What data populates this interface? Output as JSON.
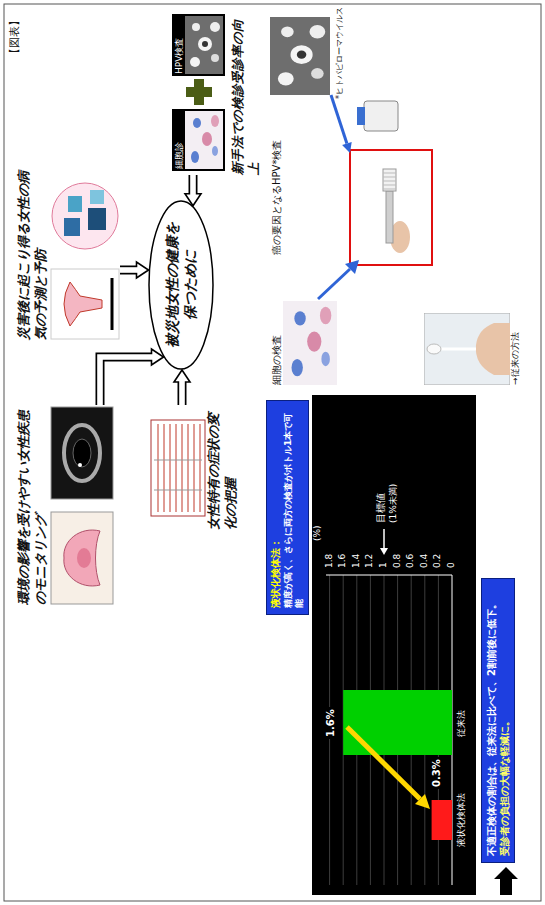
{
  "diagram": {
    "title": "【図表】",
    "nodes": [
      {
        "text": [
          "環境の影響を受けやすい女性疾患のモニタリング"
        ]
      },
      {
        "text": [
          "災害後に起こり得る女性の病気の予測と予防"
        ]
      },
      {
        "text": [
          "女性特有の症状の変化の把握"
        ]
      },
      {
        "text": [
          "被災地女性の健康を保つために"
        ]
      },
      {
        "text": [
          "新手法での検診受診率の向上"
        ]
      },
      {
        "text": [
          "細胞診"
        ],
        "in": 4
      },
      {
        "text": [
          "HPV検査"
        ],
        "in": 4
      },
      {
        "text": [
          "液状化検体法：",
          "精度が高く、さらに両方の検査がボトル1本で可能"
        ]
      },
      {
        "text": [
          "細胞の検査"
        ]
      },
      {
        "text": [
          "癌の要因となるHPV*検査"
        ]
      },
      {
        "text": [
          "→従来の方法"
        ]
      },
      {
        "text": [
          "不適正検体の割合は、従来法に比べて、2割前後に低下。",
          "受診者の負担の大幅な軽減に。"
        ]
      }
    ],
    "edges": [
      {
        "from": 0,
        "to": 3,
        "arrow": "to"
      },
      {
        "from": 1,
        "to": 3,
        "arrow": "to"
      },
      {
        "from": 2,
        "to": 3,
        "arrow": "to"
      },
      {
        "from": 4,
        "to": 3,
        "arrow": "to"
      }
    ],
    "labels": [
      "(%)",
      "1.8",
      "1.6",
      "1.4",
      "1.2",
      "1",
      "0.8",
      "0.6",
      "0.4",
      "0.2",
      "0",
      "1.6%",
      "0.3%",
      "従来法",
      "液状化検体法",
      "目標値",
      "(1%未満)",
      "*ヒトパピローマウイルス"
    ]
  }
}
